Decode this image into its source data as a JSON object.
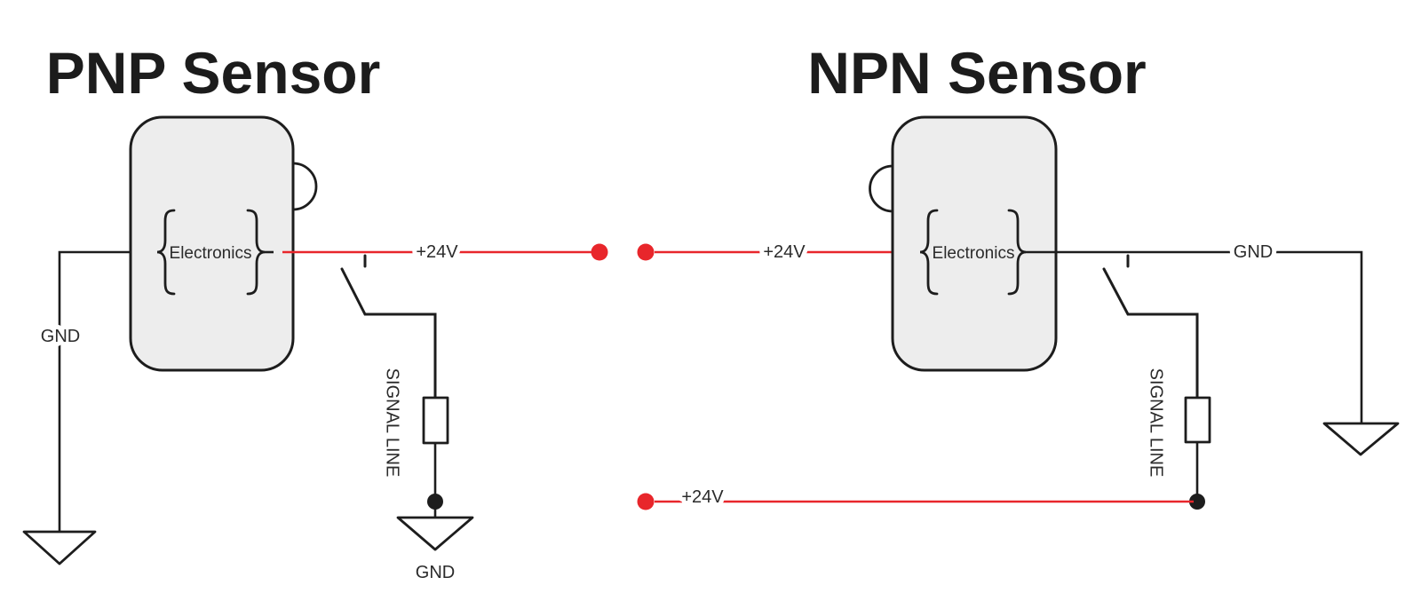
{
  "colors": {
    "background": "#ffffff",
    "wire": "#1d1d1d",
    "power_wire": "#e8262b",
    "sensor_body_fill": "#ededed",
    "label_text": "#2b2b2b"
  },
  "pnp": {
    "title": "PNP Sensor",
    "electronics_label": "Electronics",
    "gnd_wire_label": "GND",
    "power_label": "+24V",
    "signal_line_label": "SIGNAL LINE",
    "ground_label": "GND"
  },
  "npn": {
    "title": "NPN Sensor",
    "electronics_label": "Electronics",
    "power_label": "+24V",
    "gnd_wire_label": "GND",
    "signal_line_label": "SIGNAL LINE",
    "bottom_power_label": "+24V"
  }
}
